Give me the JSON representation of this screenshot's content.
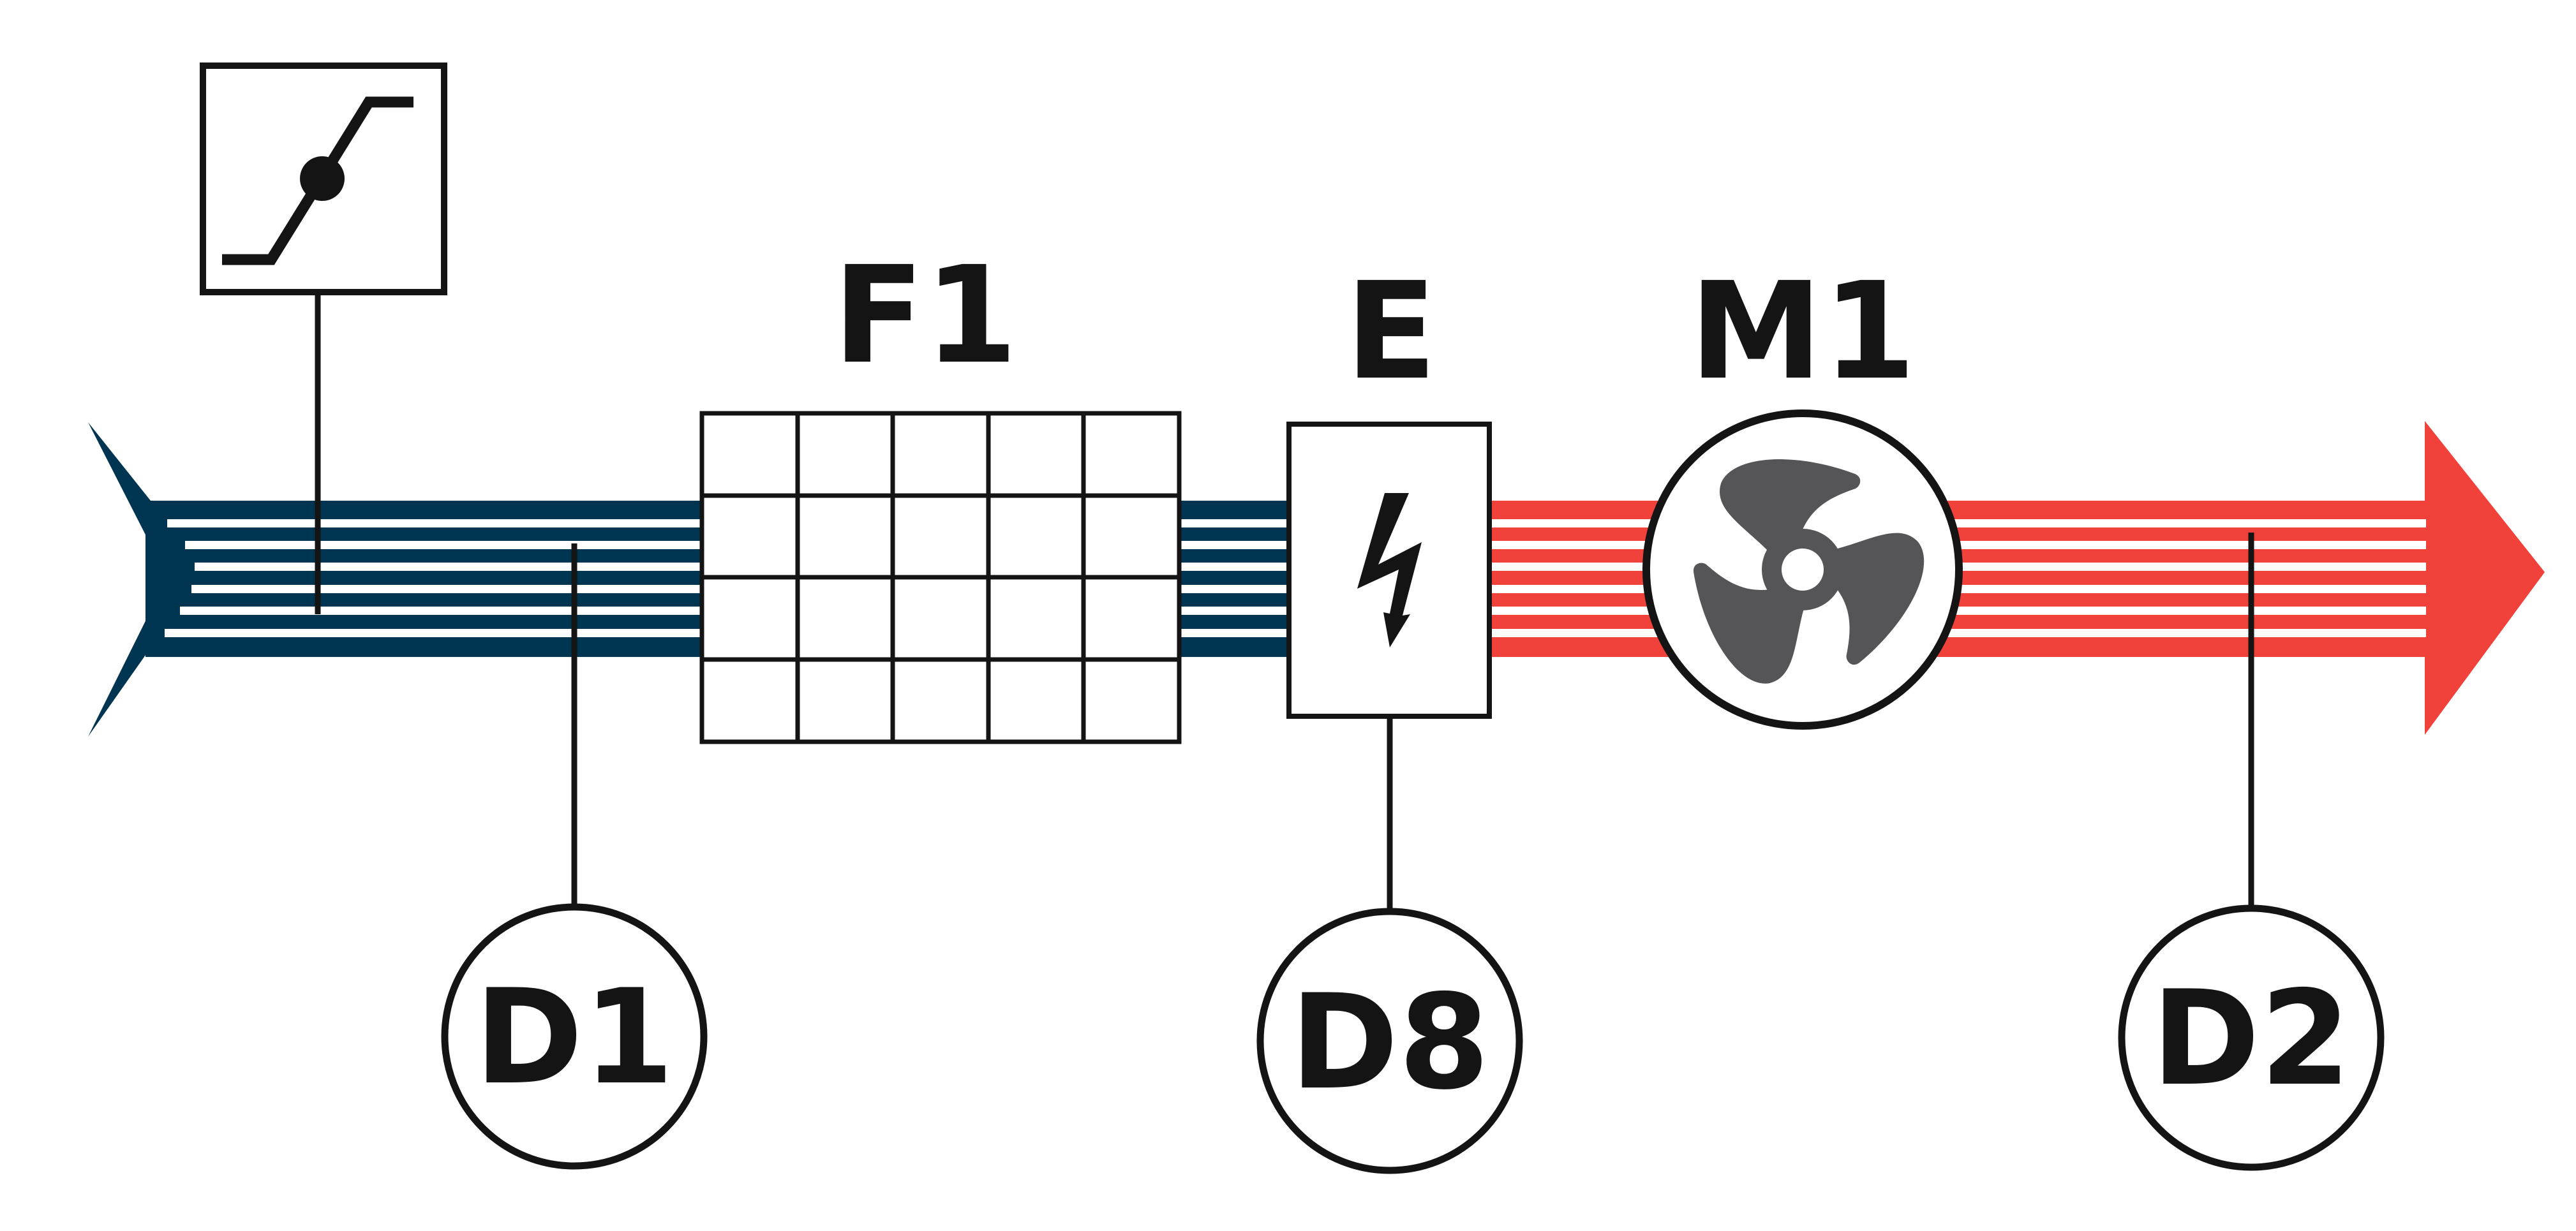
{
  "diagram": {
    "colors": {
      "supply_air": "#003552",
      "exhaust_air": "#f0423a",
      "fan": "#555558",
      "line": "#141414",
      "background": "#ffffff"
    },
    "components": {
      "damper": {
        "icon": "damper-actuator-icon"
      },
      "filter": {
        "label": "F1",
        "icon": "filter-grid-icon"
      },
      "heater": {
        "label": "E",
        "icon": "lightning-bolt-icon"
      },
      "fan": {
        "label": "M1",
        "icon": "fan-icon"
      }
    },
    "sensors": [
      {
        "label": "D1"
      },
      {
        "label": "D8"
      },
      {
        "label": "D2"
      }
    ]
  }
}
